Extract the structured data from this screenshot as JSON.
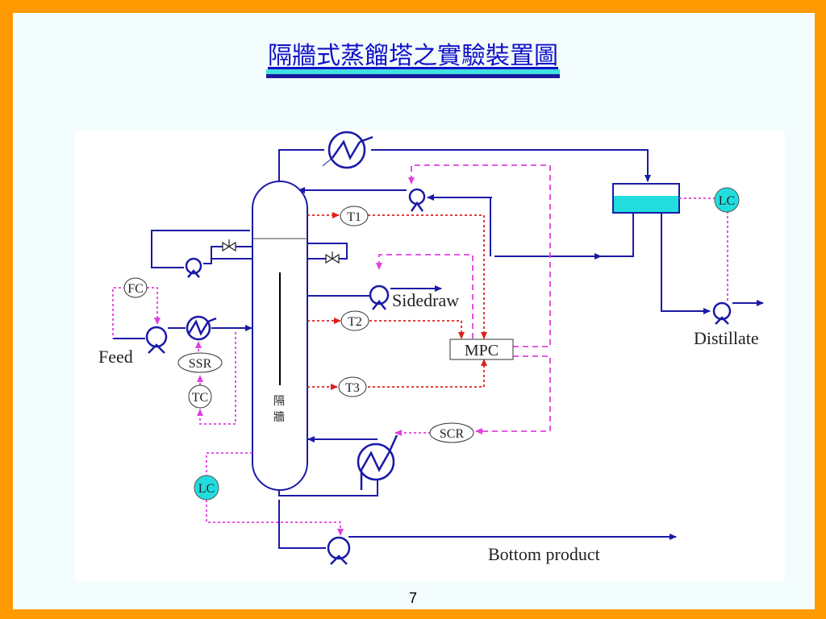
{
  "slide": {
    "title": "隔牆式蒸餾塔之實驗裝置圖",
    "page_number": "7"
  },
  "diagram": {
    "labels": {
      "feed": "Feed",
      "sidedraw": "Sidedraw",
      "distillate": "Distillate",
      "bottom_product": "Bottom product",
      "mpc": "MPC",
      "wall_char_1": "隔",
      "wall_char_2": "牆"
    },
    "tags": {
      "t1": "T1",
      "t2": "T2",
      "t3": "T3",
      "fc": "FC",
      "ssr": "SSR",
      "tc": "TC",
      "scr": "SCR",
      "lc_top": "LC",
      "lc_bottom": "LC"
    },
    "colors": {
      "process_line": "#1a1aa6",
      "dashed_signal": "#e040e0",
      "temp_signal": "#e02020",
      "level_highlight": "#22dddd"
    }
  }
}
